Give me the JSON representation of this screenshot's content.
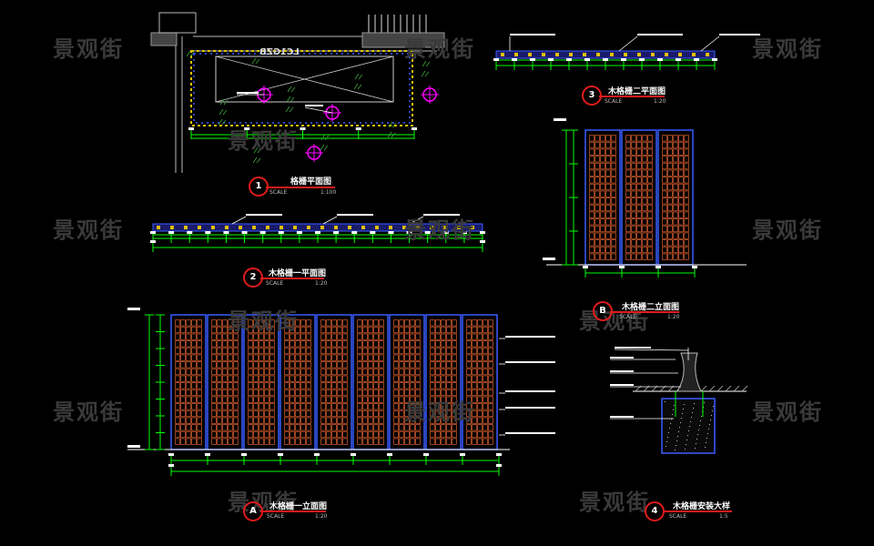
{
  "watermark": "景观街",
  "plan_code": "LC1GZB",
  "views": [
    {
      "id": "1",
      "title": "格栅平面图",
      "scale_label": "SCALE",
      "scale_value": "1:100"
    },
    {
      "id": "2",
      "title": "木格栅一平面图",
      "scale_label": "SCALE",
      "scale_value": "1:20"
    },
    {
      "id": "3",
      "title": "木格栅二平面图",
      "scale_label": "SCALE",
      "scale_value": "1:20"
    },
    {
      "id": "B",
      "title": "木格栅二立面图",
      "scale_label": "SCALE",
      "scale_value": "1:20"
    },
    {
      "id": "A",
      "title": "木格栅一立面图",
      "scale_label": "SCALE",
      "scale_value": "1:20"
    },
    {
      "id": "4",
      "title": "木格栅安装大样",
      "scale_label": "SCALE",
      "scale_value": "1:5"
    }
  ],
  "colors": {
    "background": "#000000",
    "dim": "#00ff00",
    "panel": "#c2552b",
    "frame": "#3a5cff",
    "badge": "#e01b1b",
    "symbol": "#ff00ff",
    "watermark": "#3a3a3a"
  }
}
